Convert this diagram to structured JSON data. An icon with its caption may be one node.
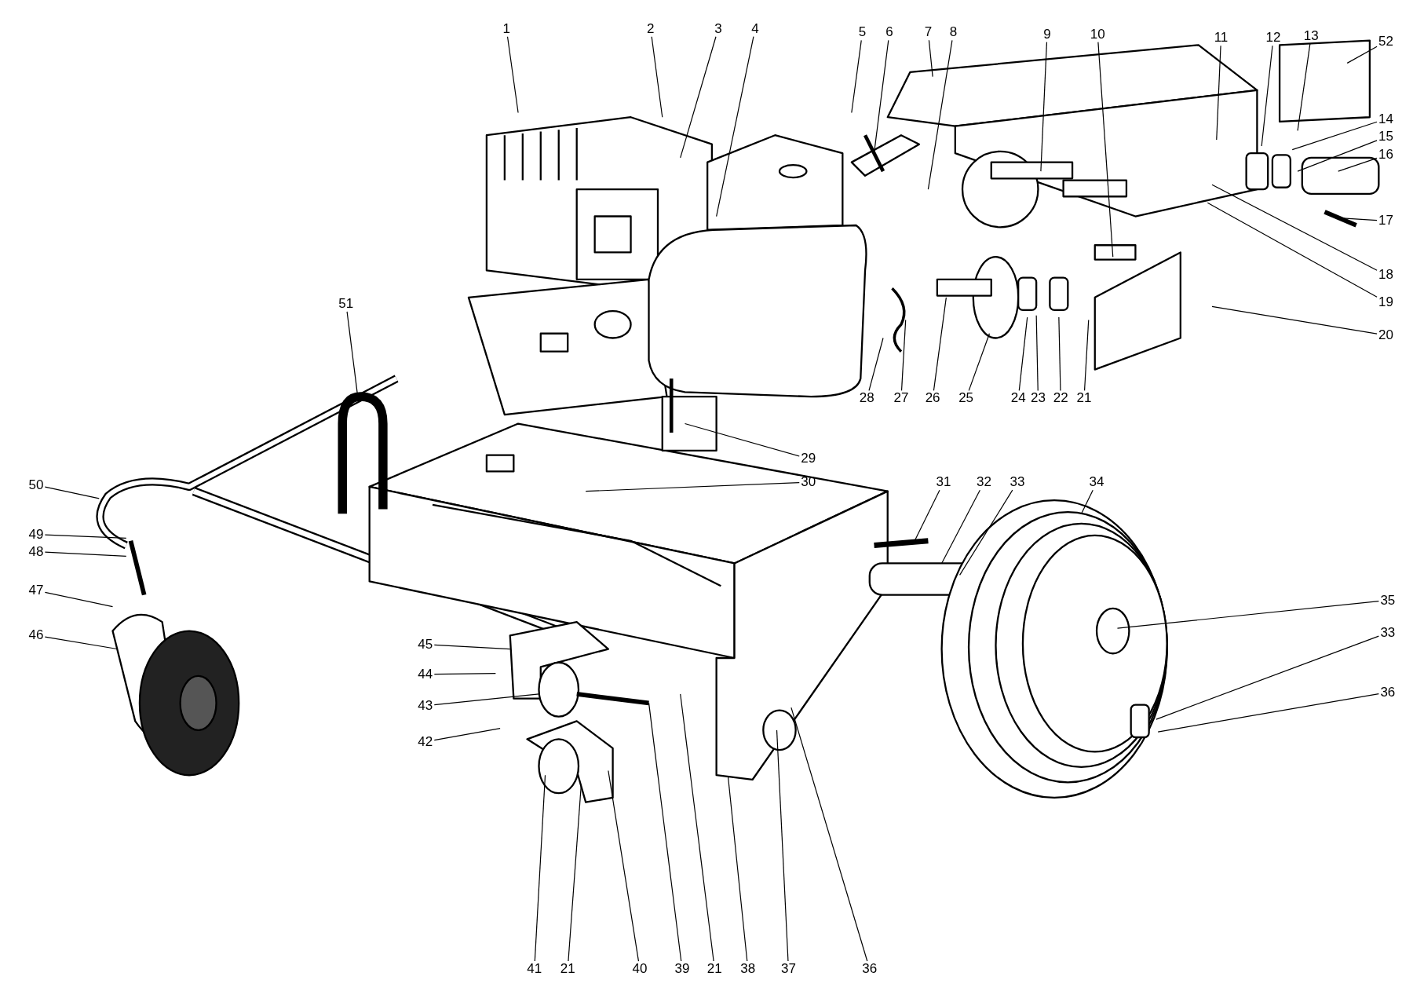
{
  "diagram": {
    "nodes": [
      {
        "text": [
          "1"
        ]
      },
      {
        "text": [
          "2"
        ]
      },
      {
        "text": [
          "3"
        ]
      },
      {
        "text": [
          "4"
        ]
      },
      {
        "text": [
          "5"
        ]
      },
      {
        "text": [
          "6"
        ]
      },
      {
        "text": [
          "7"
        ]
      },
      {
        "text": [
          "8"
        ]
      },
      {
        "text": [
          "9"
        ]
      },
      {
        "text": [
          "10"
        ]
      },
      {
        "text": [
          "11"
        ]
      },
      {
        "text": [
          "12"
        ]
      },
      {
        "text": [
          "13"
        ]
      },
      {
        "text": [
          "52"
        ]
      },
      {
        "text": [
          "14"
        ]
      },
      {
        "text": [
          "15"
        ]
      },
      {
        "text": [
          "16"
        ]
      },
      {
        "text": [
          "17"
        ]
      },
      {
        "text": [
          "18"
        ]
      },
      {
        "text": [
          "19"
        ]
      },
      {
        "text": [
          "20"
        ]
      },
      {
        "text": [
          "51"
        ]
      },
      {
        "text": [
          "28"
        ]
      },
      {
        "text": [
          "27"
        ]
      },
      {
        "text": [
          "26"
        ]
      },
      {
        "text": [
          "25"
        ]
      },
      {
        "text": [
          "24"
        ]
      },
      {
        "text": [
          "23"
        ]
      },
      {
        "text": [
          "22"
        ]
      },
      {
        "text": [
          "21"
        ]
      },
      {
        "text": [
          "29"
        ]
      },
      {
        "text": [
          "50"
        ]
      },
      {
        "text": [
          "30"
        ]
      },
      {
        "text": [
          "31"
        ]
      },
      {
        "text": [
          "32"
        ]
      },
      {
        "text": [
          "33"
        ]
      },
      {
        "text": [
          "34"
        ]
      },
      {
        "text": [
          "49"
        ]
      },
      {
        "text": [
          "48"
        ]
      },
      {
        "text": [
          "47"
        ]
      },
      {
        "text": [
          "46"
        ]
      },
      {
        "text": [
          "35"
        ]
      },
      {
        "text": [
          "33"
        ]
      },
      {
        "text": [
          "36"
        ]
      },
      {
        "text": [
          "45"
        ]
      },
      {
        "text": [
          "44"
        ]
      },
      {
        "text": [
          "43"
        ]
      },
      {
        "text": [
          "42"
        ]
      },
      {
        "text": [
          "41"
        ]
      },
      {
        "text": [
          "21"
        ]
      },
      {
        "text": [
          "40"
        ]
      },
      {
        "text": [
          "39"
        ]
      },
      {
        "text": [
          "21"
        ]
      },
      {
        "text": [
          "38"
        ]
      },
      {
        "text": [
          "37"
        ]
      },
      {
        "text": [
          "36"
        ]
      }
    ],
    "edges": [
      {
        "from": 0,
        "to": null,
        "arrow": "none"
      },
      {
        "from": 1,
        "to": null,
        "arrow": "none"
      },
      {
        "from": 2,
        "to": null,
        "arrow": "none"
      },
      {
        "from": 3,
        "to": null,
        "arrow": "none"
      },
      {
        "from": 4,
        "to": null,
        "arrow": "none"
      },
      {
        "from": 5,
        "to": null,
        "arrow": "none"
      },
      {
        "from": 6,
        "to": null,
        "arrow": "none"
      },
      {
        "from": 7,
        "to": null,
        "arrow": "none"
      },
      {
        "from": 8,
        "to": null,
        "arrow": "none"
      },
      {
        "from": 9,
        "to": null,
        "arrow": "none"
      },
      {
        "from": 10,
        "to": null,
        "arrow": "none"
      },
      {
        "from": 11,
        "to": null,
        "arrow": "none"
      },
      {
        "from": 12,
        "to": null,
        "arrow": "none"
      },
      {
        "from": 13,
        "to": null,
        "arrow": "none"
      },
      {
        "from": 14,
        "to": null,
        "arrow": "none"
      },
      {
        "from": 15,
        "to": null,
        "arrow": "none"
      },
      {
        "from": 16,
        "to": null,
        "arrow": "none"
      },
      {
        "from": 17,
        "to": null,
        "arrow": "none"
      },
      {
        "from": 18,
        "to": null,
        "arrow": "none"
      },
      {
        "from": 19,
        "to": null,
        "arrow": "none"
      },
      {
        "from": 20,
        "to": null,
        "arrow": "none"
      },
      {
        "from": 21,
        "to": null,
        "arrow": "none"
      },
      {
        "from": 22,
        "to": null,
        "arrow": "none"
      },
      {
        "from": 23,
        "to": null,
        "arrow": "none"
      },
      {
        "from": 24,
        "to": null,
        "arrow": "none"
      },
      {
        "from": 25,
        "to": null,
        "arrow": "none"
      },
      {
        "from": 26,
        "to": null,
        "arrow": "none"
      },
      {
        "from": 27,
        "to": null,
        "arrow": "none"
      },
      {
        "from": 28,
        "to": null,
        "arrow": "none"
      },
      {
        "from": 29,
        "to": null,
        "arrow": "none"
      },
      {
        "from": 30,
        "to": null,
        "arrow": "none"
      },
      {
        "from": 31,
        "to": null,
        "arrow": "none"
      },
      {
        "from": 32,
        "to": null,
        "arrow": "none"
      },
      {
        "from": 33,
        "to": null,
        "arrow": "none"
      },
      {
        "from": 34,
        "to": null,
        "arrow": "none"
      },
      {
        "from": 35,
        "to": null,
        "arrow": "none"
      },
      {
        "from": 36,
        "to": null,
        "arrow": "none"
      },
      {
        "from": 37,
        "to": null,
        "arrow": "none"
      },
      {
        "from": 38,
        "to": null,
        "arrow": "none"
      },
      {
        "from": 39,
        "to": null,
        "arrow": "none"
      },
      {
        "from": 40,
        "to": null,
        "arrow": "none"
      },
      {
        "from": 41,
        "to": null,
        "arrow": "none"
      },
      {
        "from": 42,
        "to": null,
        "arrow": "none"
      },
      {
        "from": 43,
        "to": null,
        "arrow": "none"
      },
      {
        "from": 44,
        "to": null,
        "arrow": "none"
      },
      {
        "from": 45,
        "to": null,
        "arrow": "none"
      },
      {
        "from": 46,
        "to": null,
        "arrow": "none"
      },
      {
        "from": 47,
        "to": null,
        "arrow": "none"
      },
      {
        "from": 48,
        "to": null,
        "arrow": "none"
      },
      {
        "from": 49,
        "to": null,
        "arrow": "none"
      },
      {
        "from": 50,
        "to": null,
        "arrow": "none"
      },
      {
        "from": 51,
        "to": null,
        "arrow": "none"
      },
      {
        "from": 52,
        "to": null,
        "arrow": "none"
      },
      {
        "from": 53,
        "to": null,
        "arrow": "none"
      },
      {
        "from": 54,
        "to": null,
        "arrow": "none"
      },
      {
        "from": 55,
        "to": null,
        "arrow": "none"
      }
    ]
  }
}
